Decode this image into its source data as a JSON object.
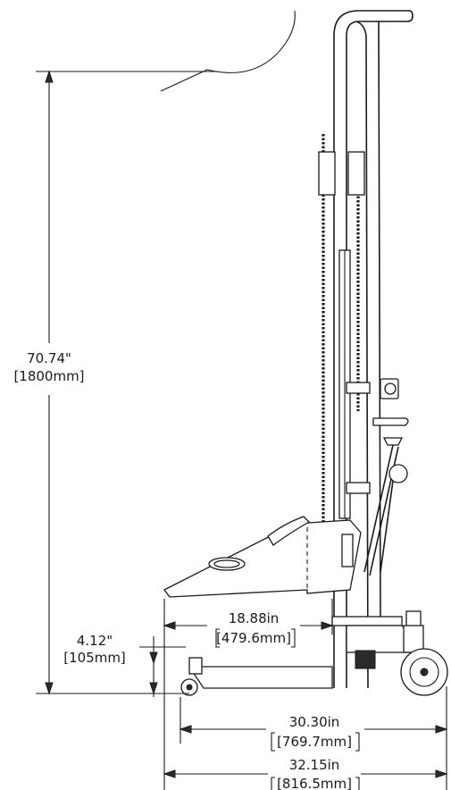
{
  "dimensions": {
    "height_in": "70.74\"",
    "height_mm": "[1800mm]",
    "ground_clearance_in": "4.12\"",
    "ground_clearance_mm": "[105mm]",
    "fork_length_in": "18.88in",
    "fork_length_mm": "[479.6mm]",
    "wheelbase_in": "30.30in",
    "wheelbase_mm": "[769.7mm]",
    "overall_length_in": "32.15in",
    "overall_length_mm": "[816.5mm]"
  },
  "colors": {
    "line": "#1a1a1a",
    "background": "#ffffff"
  }
}
